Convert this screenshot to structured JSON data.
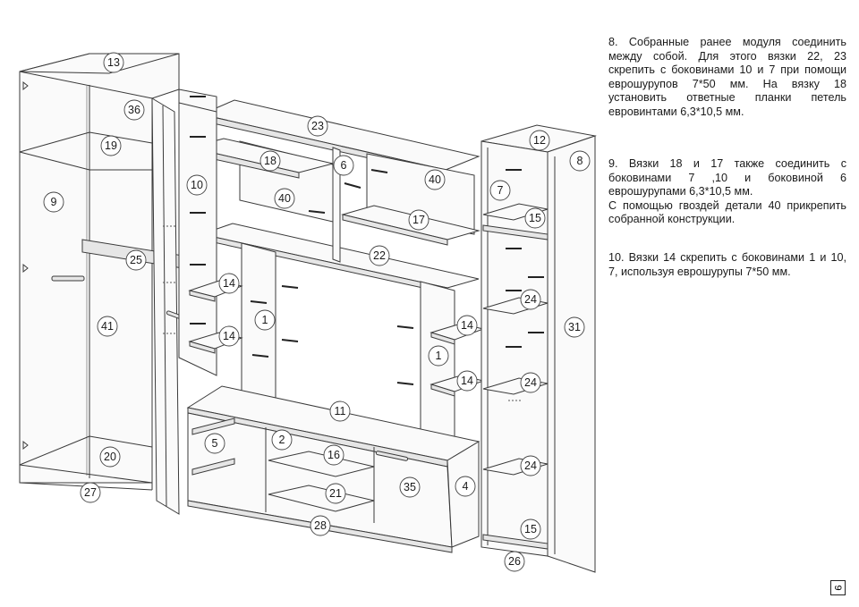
{
  "instructions": {
    "step8": "8. Собранные ранее модуля соединить между собой.  Для этого вязки 22, 23 скрепить с боковинами 10  и  7 при помощи еврошурупов 7*50 мм. На вязку 18 установить ответные планки петель евровинтами 6,3*10,5 мм.",
    "step9": "9. Вязки 18 и 17 также соединить с боковинами 7 ,10 и боковиной 6 еврошурупами 6,3*10,5 мм.\nС помощью гвоздей детали  40 прикрепить собранной конструкции.",
    "step10": "10. Вязки 14 скрепить с боковинами 1 и 10, 7, используя еврошурупы 7*50 мм."
  },
  "page_number": "9",
  "parts": {
    "p13": "13",
    "p36": "36",
    "p19": "19",
    "p9": "9",
    "p25": "25",
    "p41": "41",
    "p20": "20",
    "p27": "27",
    "p23": "23",
    "p18": "18",
    "p6": "6",
    "p40a": "40",
    "p40b": "40",
    "p10": "10",
    "p17": "17",
    "p22": "22",
    "p14a": "14",
    "p14b": "14",
    "p14c": "14",
    "p14d": "14",
    "p1a": "1",
    "p1b": "1",
    "p11": "11",
    "p5": "5",
    "p2": "2",
    "p16": "16",
    "p21": "21",
    "p35": "35",
    "p4": "4",
    "p28": "28",
    "p12": "12",
    "p8": "8",
    "p7": "7",
    "p15a": "15",
    "p15b": "15",
    "p24a": "24",
    "p24b": "24",
    "p24c": "24",
    "p31": "31",
    "p26": "26"
  },
  "icons": {
    "callout": "part-number-circle",
    "screw": "euro-screw",
    "hinge": "door-hinge",
    "handle": "door-handle"
  }
}
